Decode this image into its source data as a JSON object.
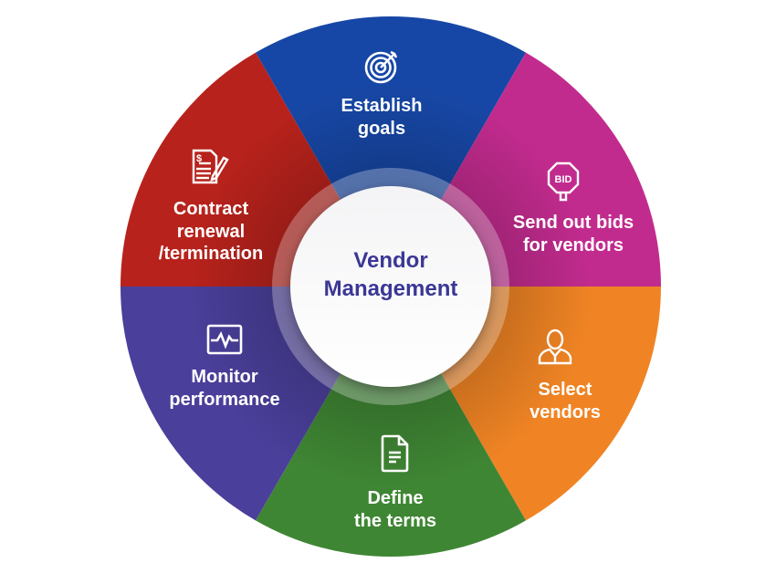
{
  "center": {
    "title": "Vendor\nManagement",
    "color": "#3b3794"
  },
  "segments": [
    {
      "label": "Establish\ngoals",
      "icon": "target-icon",
      "color": "#1747a6"
    },
    {
      "label": "Send out bids\nfor vendors",
      "icon": "bid-sign-icon",
      "color": "#c22b8e"
    },
    {
      "label": "Select\nvendors",
      "icon": "businessman-icon",
      "color": "#f08424"
    },
    {
      "label": "Define\nthe terms",
      "icon": "document-icon",
      "color": "#3f8634"
    },
    {
      "label": "Monitor\nperformance",
      "icon": "monitor-pulse-icon",
      "color": "#4a3f9a"
    },
    {
      "label": "Contract\nrenewal\n/termination",
      "icon": "contract-sign-icon",
      "color": "#b8221c"
    }
  ]
}
